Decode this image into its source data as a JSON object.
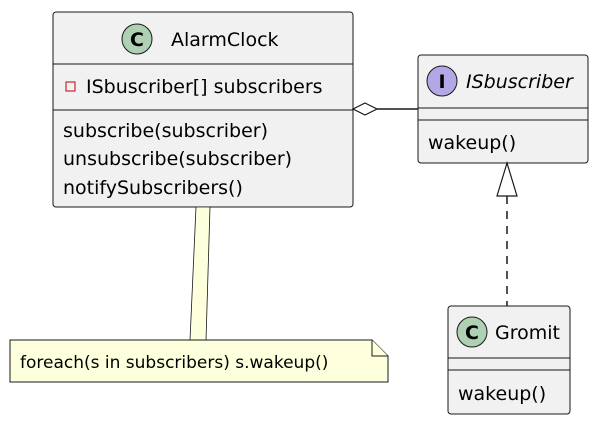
{
  "diagram": {
    "classes": [
      {
        "id": "alarmclock",
        "stereotype_letter": "C",
        "name": "AlarmClock",
        "fields": [
          {
            "visibility": "private",
            "text": "ISbuscriber[] subscribers"
          }
        ],
        "methods": [
          "subscribe(subscriber)",
          "unsubscribe(subscriber)",
          "notifySubscribers()"
        ]
      },
      {
        "id": "isbuscriber",
        "stereotype_letter": "I",
        "name": "ISbuscriber",
        "italic": true,
        "fields": [],
        "methods": [
          "wakeup()"
        ]
      },
      {
        "id": "gromit",
        "stereotype_letter": "C",
        "name": "Gromit",
        "fields": [],
        "methods": [
          "wakeup()"
        ]
      }
    ],
    "note": {
      "text": "foreach(s in subscribers) s.wakeup()"
    },
    "relations": [
      {
        "type": "aggregation",
        "from": "alarmclock",
        "to": "isbuscriber"
      },
      {
        "type": "realization",
        "from": "gromit",
        "to": "isbuscriber"
      },
      {
        "type": "note-link",
        "from": "note",
        "to": "alarmclock"
      }
    ],
    "colors": {
      "class_fill": "#F1F1F1",
      "border": "#181818",
      "class_badge": "#ADD1B2",
      "interface_badge": "#B4A7E5",
      "private_marker": "#C82930",
      "note_fill": "#FEFFDD"
    }
  }
}
